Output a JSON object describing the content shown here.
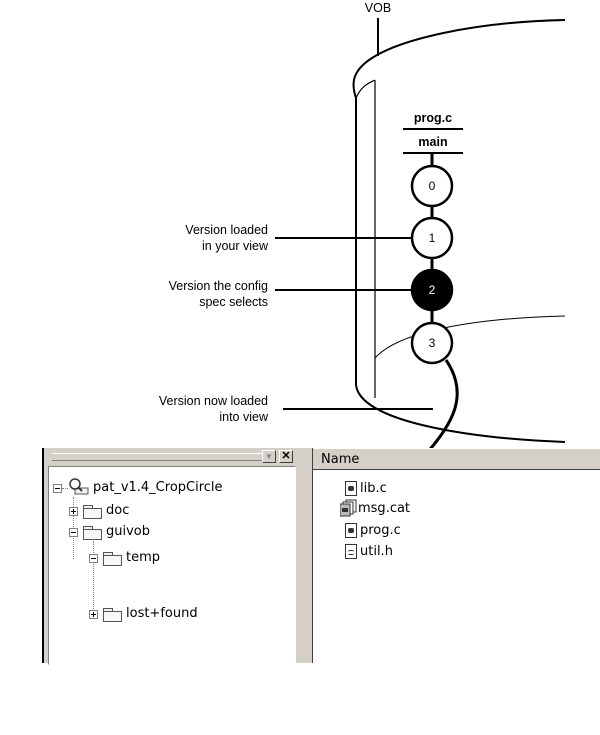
{
  "vob_label": "VOB",
  "element": {
    "name": "prog.c",
    "branch": "main"
  },
  "versions": [
    {
      "number": "0",
      "selected": false
    },
    {
      "number": "1",
      "selected": false
    },
    {
      "number": "2",
      "selected": true
    },
    {
      "number": "3",
      "selected": false
    }
  ],
  "callouts": {
    "loaded_line1": "Version loaded",
    "loaded_line2": "in your view",
    "config_line1": "Version the config",
    "config_line2": "spec selects",
    "now_line1": "Version now loaded",
    "now_line2": "into view"
  },
  "explorer": {
    "tree": [
      {
        "label": "pat_v1.4_CropCircle",
        "icon": "view-magnifier-icon",
        "expander": "minus"
      },
      {
        "label": "doc",
        "icon": "folder-icon",
        "expander": "plus"
      },
      {
        "label": "guivob",
        "icon": "folder-icon",
        "expander": "minus"
      },
      {
        "label": "temp",
        "icon": "folder-icon",
        "expander": "minus"
      },
      {
        "label": "lost+found",
        "icon": "folder-icon",
        "expander": "plus"
      }
    ],
    "column_header": "Name",
    "files": [
      {
        "name": "lib.c",
        "icon": "c-file-icon"
      },
      {
        "name": "msg.cat",
        "icon": "cat-file-icon"
      },
      {
        "name": "prog.c",
        "icon": "c-file-icon"
      },
      {
        "name": "util.h",
        "icon": "header-file-icon"
      }
    ],
    "titlebar_buttons": [
      "dropdown-icon",
      "close-icon"
    ]
  },
  "colors": {
    "selected_version": "#000000",
    "ui_face": "#d4d0c8",
    "ui_shadow": "#808080"
  }
}
